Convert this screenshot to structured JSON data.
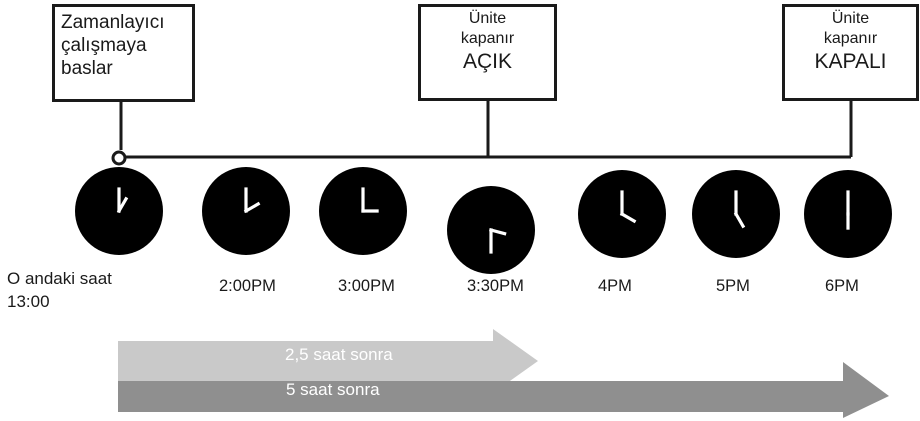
{
  "boxes": {
    "start": {
      "lines": [
        "Zamanlayıcı",
        "çalışmaya",
        "baslar"
      ]
    },
    "unit_on": {
      "line1": "Ünite",
      "line2": "kapanır",
      "state": "AÇIK"
    },
    "unit_off": {
      "line1": "Ünite",
      "line2": "kapanır",
      "state": "KAPALI"
    }
  },
  "current_time": {
    "line1": "O andaki saat",
    "line2": "13:00"
  },
  "clocks": [
    {
      "label": "",
      "hour": 13.0
    },
    {
      "label": "2:00PM",
      "hour": 14.0
    },
    {
      "label": "3:00PM",
      "hour": 15.0
    },
    {
      "label": "3:30PM",
      "hour": 15.5
    },
    {
      "label": "4PM",
      "hour": 16.0
    },
    {
      "label": "5PM",
      "hour": 17.0
    },
    {
      "label": "6PM",
      "hour": 18.0
    }
  ],
  "arrows": {
    "short": {
      "text": "2,5 saat sonra",
      "color": "#c9c9c9"
    },
    "long": {
      "text": "5 saat sonra",
      "color": "#8f8f8f"
    }
  },
  "colors": {
    "line": "#1a1a1a",
    "clock_face": "#000000",
    "hands": "#ffffff"
  }
}
